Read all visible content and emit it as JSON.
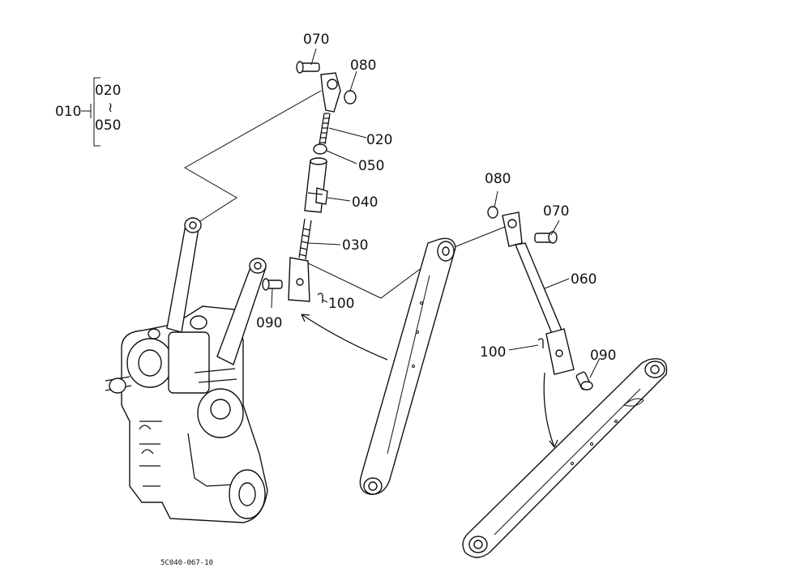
{
  "legend": {
    "main": "010",
    "top": "020",
    "bottom": "050"
  },
  "callouts": {
    "c070_left": "070",
    "c080_left": "080",
    "c020": "020",
    "c050": "050",
    "c040": "040",
    "c030": "030",
    "c100_left": "100",
    "c090_left": "090",
    "c080_right": "080",
    "c070_right": "070",
    "c060": "060",
    "c100_right": "100",
    "c090_right": "090"
  },
  "drawing_code": "5C040-067-10"
}
